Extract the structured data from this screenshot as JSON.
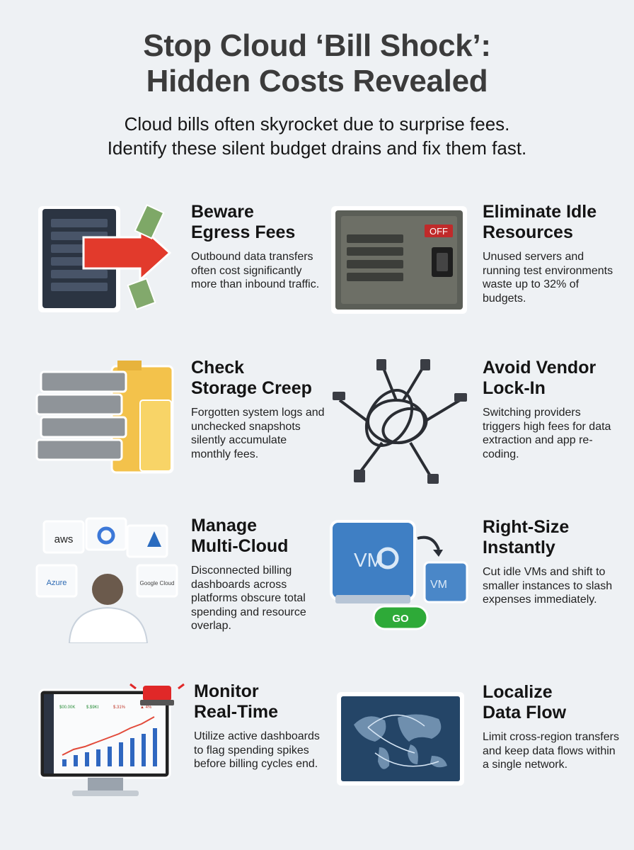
{
  "header": {
    "title_line1": "Stop Cloud ‘Bill Shock’:",
    "title_line2": "Hidden Costs Revealed",
    "subtitle_line1": "Cloud bills often skyrocket due to surprise fees.",
    "subtitle_line2": "Identify these silent budget drains and fix them fast."
  },
  "tips": [
    {
      "title_l1": "Beware",
      "title_l2": "Egress Fees",
      "body": "Outbound data transfers often cost significantly more than inbound traffic.",
      "icon": "server-egress-icon"
    },
    {
      "title_l1": "Eliminate Idle",
      "title_l2": "Resources",
      "body": "Unused servers and running test environments waste up to 32% of budgets.",
      "icon": "idle-server-off-switch-icon",
      "switch_label": "OFF"
    },
    {
      "title_l1": "Check",
      "title_l2": "Storage Creep",
      "body": "Forgotten system logs and unchecked snapshots silently accumulate monthly fees.",
      "icon": "stacked-drives-folders-icon"
    },
    {
      "title_l1": "Avoid Vendor",
      "title_l2": "Lock-In",
      "body": "Switching providers triggers high fees for data extraction and app re-coding.",
      "icon": "tangled-cables-chain-icon"
    },
    {
      "title_l1": "Manage",
      "title_l2": "Multi-Cloud",
      "body": "Disconnected billing dashboards across platforms obscure total spending and resource overlap.",
      "icon": "multi-cloud-person-icon",
      "providers": [
        "aws",
        "Azure",
        "Google Cloud"
      ]
    },
    {
      "title_l1": "Right-Size",
      "title_l2": "Instantly",
      "body": "Cut idle VMs and shift to smaller instances to slash expenses immediately.",
      "icon": "vm-resize-icon",
      "vm_label": "VM",
      "go_label": "GO"
    },
    {
      "title_l1": "Monitor",
      "title_l2": "Real-Time",
      "body": "Utilize active dashboards to flag spending spikes before billing cycles end.",
      "icon": "monitor-dashboard-alarm-icon",
      "stats": [
        "$00.00K",
        "$.$9Kt",
        "$.31%",
        "▲ 4%"
      ]
    },
    {
      "title_l1": "Localize",
      "title_l2": "Data Flow",
      "body": "Limit cross-region transfers and keep data flows within a single network.",
      "icon": "world-map-network-icon"
    }
  ],
  "colors": {
    "background": "#eef1f4",
    "title": "#3b3b3b",
    "alert_red": "#e02828",
    "go_green": "#2eaa38",
    "vm_blue": "#3a78b8"
  }
}
